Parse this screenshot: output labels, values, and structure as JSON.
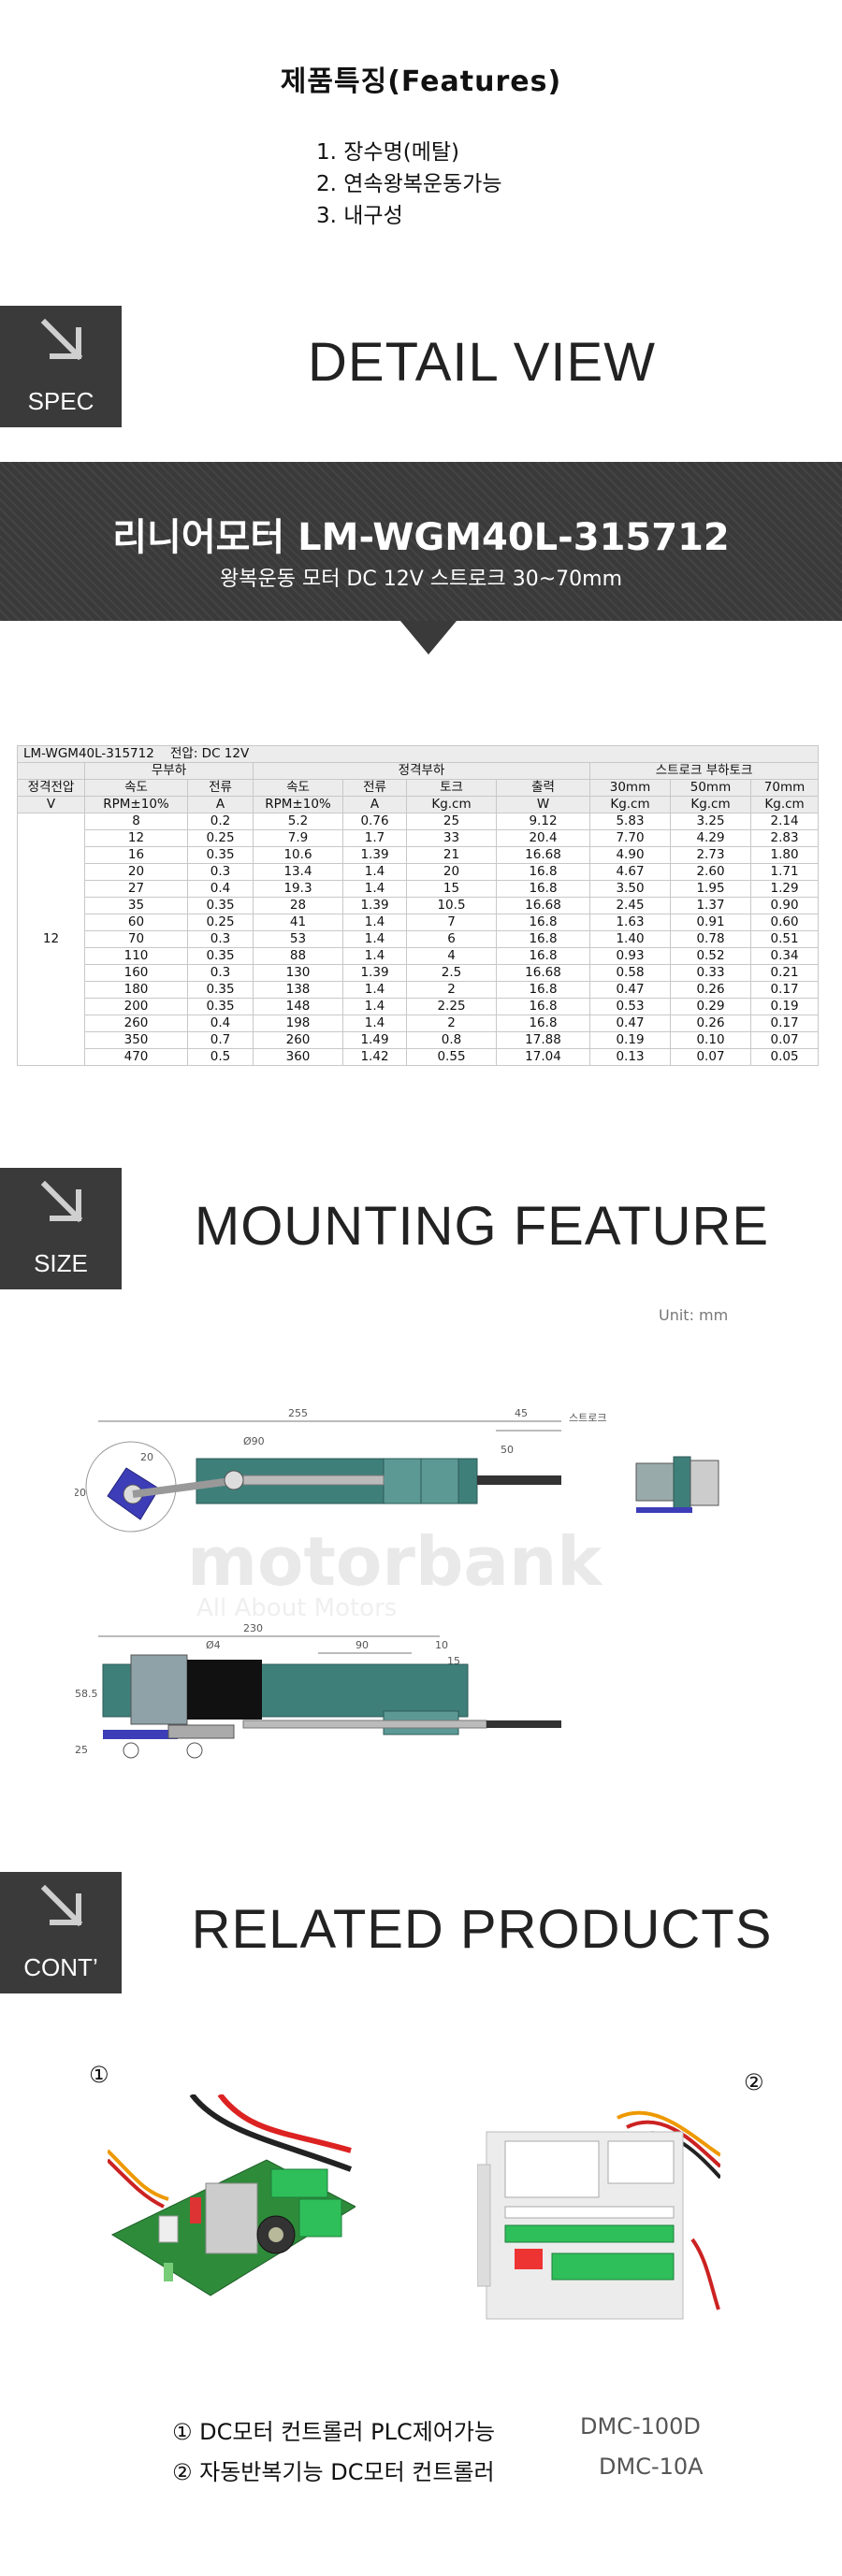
{
  "features": {
    "title": "제품특징(Features)",
    "items": [
      "1. 장수명(메탈)",
      "2. 연속왕복운동가능",
      "3. 내구성"
    ]
  },
  "sections": {
    "spec": {
      "badge": "SPEC",
      "heading": "DETAIL VIEW"
    },
    "size": {
      "badge": "SIZE",
      "heading": "MOUNTING FEATURE"
    },
    "cont": {
      "badge": "CONT’",
      "heading": "RELATED PRODUCTS"
    }
  },
  "banner": {
    "title": "리니어모터  LM-WGM40L-315712",
    "subtitle": "왕복운동 모터 DC 12V  스트로크 30~70mm"
  },
  "spec_table": {
    "model": "LM-WGM40L-315712",
    "voltage_label": "전압: DC 12V",
    "group_noload": "무부하",
    "group_rated": "정격부하",
    "group_stroke": "스트로크 부하토크",
    "col_names": [
      "정격전압",
      "속도",
      "전류",
      "속도",
      "전류",
      "토크",
      "출력",
      "30mm",
      "50mm",
      "70mm"
    ],
    "col_units": [
      "V",
      "RPM±10%",
      "A",
      "RPM±10%",
      "A",
      "Kg.cm",
      "W",
      "Kg.cm",
      "Kg.cm",
      "Kg.cm"
    ],
    "rated_voltage": "12",
    "rows": [
      [
        "8",
        "0.2",
        "5.2",
        "0.76",
        "25",
        "9.12",
        "5.83",
        "3.25",
        "2.14"
      ],
      [
        "12",
        "0.25",
        "7.9",
        "1.7",
        "33",
        "20.4",
        "7.70",
        "4.29",
        "2.83"
      ],
      [
        "16",
        "0.35",
        "10.6",
        "1.39",
        "21",
        "16.68",
        "4.90",
        "2.73",
        "1.80"
      ],
      [
        "20",
        "0.3",
        "13.4",
        "1.4",
        "20",
        "16.8",
        "4.67",
        "2.60",
        "1.71"
      ],
      [
        "27",
        "0.4",
        "19.3",
        "1.4",
        "15",
        "16.8",
        "3.50",
        "1.95",
        "1.29"
      ],
      [
        "35",
        "0.35",
        "28",
        "1.39",
        "10.5",
        "16.68",
        "2.45",
        "1.37",
        "0.90"
      ],
      [
        "60",
        "0.25",
        "41",
        "1.4",
        "7",
        "16.8",
        "1.63",
        "0.91",
        "0.60"
      ],
      [
        "70",
        "0.3",
        "53",
        "1.4",
        "6",
        "16.8",
        "1.40",
        "0.78",
        "0.51"
      ],
      [
        "110",
        "0.35",
        "88",
        "1.4",
        "4",
        "16.8",
        "0.93",
        "0.52",
        "0.34"
      ],
      [
        "160",
        "0.3",
        "130",
        "1.39",
        "2.5",
        "16.68",
        "0.58",
        "0.33",
        "0.21"
      ],
      [
        "180",
        "0.35",
        "138",
        "1.4",
        "2",
        "16.8",
        "0.47",
        "0.26",
        "0.17"
      ],
      [
        "200",
        "0.35",
        "148",
        "1.4",
        "2.25",
        "16.8",
        "0.53",
        "0.29",
        "0.19"
      ],
      [
        "260",
        "0.4",
        "198",
        "1.4",
        "2",
        "16.8",
        "0.47",
        "0.26",
        "0.17"
      ],
      [
        "350",
        "0.7",
        "260",
        "1.49",
        "0.8",
        "17.88",
        "0.19",
        "0.10",
        "0.07"
      ],
      [
        "470",
        "0.5",
        "360",
        "1.42",
        "0.55",
        "17.04",
        "0.13",
        "0.07",
        "0.05"
      ]
    ]
  },
  "drawing": {
    "unit": "Unit: mm",
    "dims": {
      "d255": "255",
      "d45": "45",
      "d50": "50",
      "stroke": "스트로크",
      "d20a": "20",
      "d20b": "20",
      "phi90": "Ø90",
      "d230": "230",
      "d90": "90",
      "d10": "10",
      "d15": "15",
      "phi4": "Ø4",
      "d58": "58.5",
      "d25": "25"
    },
    "watermark": "motorbank",
    "watermark_sub": "All About Motors"
  },
  "products": {
    "marker1": "①",
    "marker2": "②",
    "list": [
      {
        "name": "① DC모터 컨트롤러 PLC제어가능",
        "code": "DMC-100D"
      },
      {
        "name": "② 자동반복기능 DC모터 컨트롤러",
        "code": "DMC-10A"
      }
    ]
  },
  "colors": {
    "badge": "#3a3a3a",
    "banner": "#3a3a3a",
    "motor_body": "#3f7f7a",
    "motor_face": "#3d3db8",
    "pcb": "#2e8b3a"
  }
}
